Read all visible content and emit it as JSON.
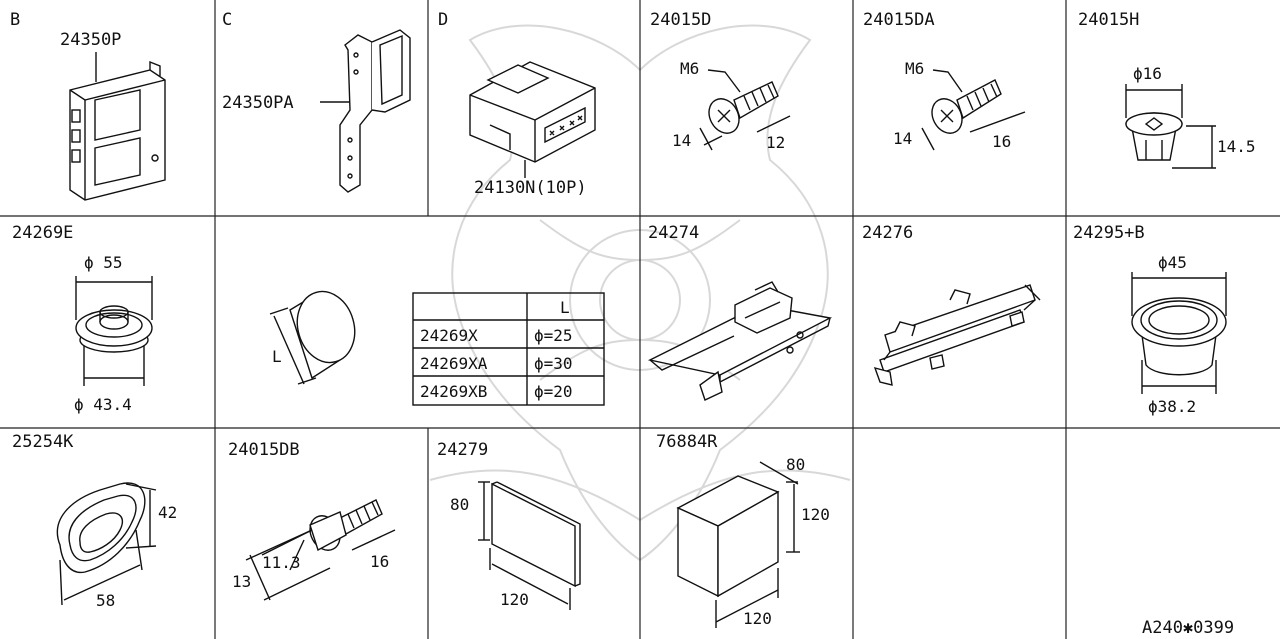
{
  "diagram": {
    "cells": [
      {
        "id": "B",
        "code": "B",
        "part": "24350P"
      },
      {
        "id": "C",
        "code": "C",
        "part": "24350PA"
      },
      {
        "id": "D",
        "code": "D",
        "part": "24130N(10P)"
      },
      {
        "id": "24015D",
        "code": "24015D",
        "thread": "M6",
        "dims": [
          "14",
          "12"
        ]
      },
      {
        "id": "24015DA",
        "code": "24015DA",
        "thread": "M6",
        "dims": [
          "14",
          "16"
        ]
      },
      {
        "id": "24015H",
        "code": "24015H",
        "dims": [
          "ϕ16",
          "14.5"
        ]
      },
      {
        "id": "24269E",
        "code": "24269E",
        "dims": [
          "ϕ 55",
          "ϕ 43.4"
        ]
      },
      {
        "id": "24269X",
        "dim_label": "L"
      },
      {
        "id": "24274",
        "code": "24274"
      },
      {
        "id": "24276",
        "code": "24276"
      },
      {
        "id": "24295B",
        "code": "24295+B",
        "dims": [
          "ϕ45",
          "ϕ38.2"
        ]
      },
      {
        "id": "25254K",
        "code": "25254K",
        "dims": [
          "42",
          "58"
        ]
      },
      {
        "id": "24015DB",
        "code": "24015DB",
        "dims": [
          "11.3",
          "13",
          "16"
        ]
      },
      {
        "id": "24279",
        "code": "24279",
        "dims": [
          "80",
          "120"
        ]
      },
      {
        "id": "76884R",
        "code": "76884R",
        "dims": [
          "80",
          "120",
          "120"
        ]
      }
    ],
    "table": {
      "header": [
        "",
        "L"
      ],
      "rows": [
        [
          "24269X",
          "ϕ=25"
        ],
        [
          "24269XA",
          "ϕ=30"
        ],
        [
          "24269XB",
          "ϕ=20"
        ]
      ]
    },
    "footer_code": "A240✱0399"
  }
}
